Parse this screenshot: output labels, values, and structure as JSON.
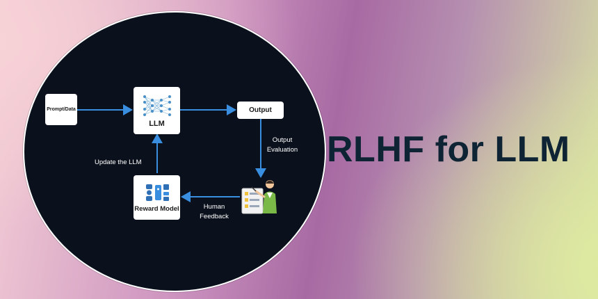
{
  "diagram": {
    "nodes": {
      "prompt": "Prompt/Data",
      "llm": "LLM",
      "output": "Output",
      "reward_model": "Reward Model"
    },
    "edge_labels": {
      "output_evaluation": [
        "Output",
        "Evaluation"
      ],
      "human_feedback": [
        "Human",
        "Feedback"
      ],
      "update": "Update the LLM"
    },
    "colors": {
      "background_circle": "#0b111c",
      "arrow": "#3a8ee0",
      "node_fill": "#ffffff",
      "title_text": "#0e2434"
    },
    "icons": [
      "neural-network-icon",
      "robot-reward-icon",
      "human-evaluator-icon"
    ]
  },
  "title": "RLHF for LLM"
}
